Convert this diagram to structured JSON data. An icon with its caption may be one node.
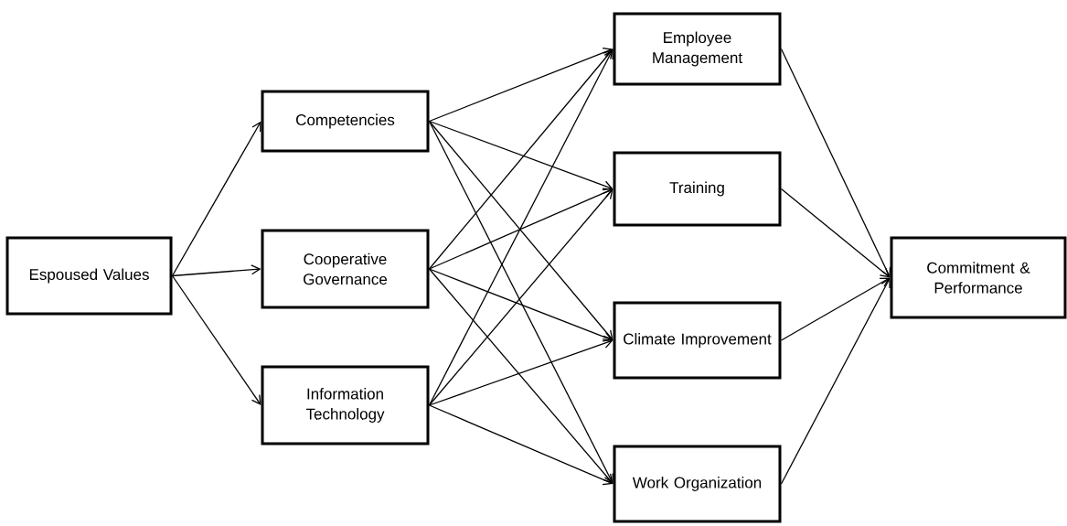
{
  "diagram": {
    "nodes": [
      {
        "text": [
          "Espoused Values"
        ]
      },
      {
        "text": [
          "Competencies"
        ]
      },
      {
        "text": [
          "Cooperative Governance"
        ]
      },
      {
        "text": [
          "Information Technology"
        ]
      },
      {
        "text": [
          "Employee Management"
        ]
      },
      {
        "text": [
          "Training"
        ]
      },
      {
        "text": [
          "Climate Improvement"
        ]
      },
      {
        "text": [
          "Work Organization"
        ]
      },
      {
        "text": [
          "Commitment & Performance"
        ]
      }
    ],
    "edges": [
      {
        "from": 0,
        "to": 1,
        "arrow": "to"
      },
      {
        "from": 0,
        "to": 2,
        "arrow": "to"
      },
      {
        "from": 0,
        "to": 3,
        "arrow": "to"
      },
      {
        "from": 1,
        "to": 4,
        "arrow": "to"
      },
      {
        "from": 1,
        "to": 5,
        "arrow": "to"
      },
      {
        "from": 1,
        "to": 6,
        "arrow": "to"
      },
      {
        "from": 1,
        "to": 7,
        "arrow": "to"
      },
      {
        "from": 2,
        "to": 4,
        "arrow": "to"
      },
      {
        "from": 2,
        "to": 5,
        "arrow": "to"
      },
      {
        "from": 2,
        "to": 6,
        "arrow": "to"
      },
      {
        "from": 2,
        "to": 7,
        "arrow": "to"
      },
      {
        "from": 3,
        "to": 4,
        "arrow": "to"
      },
      {
        "from": 3,
        "to": 5,
        "arrow": "to"
      },
      {
        "from": 3,
        "to": 6,
        "arrow": "to"
      },
      {
        "from": 3,
        "to": 7,
        "arrow": "to"
      },
      {
        "from": 4,
        "to": 8,
        "arrow": "to"
      },
      {
        "from": 5,
        "to": 8,
        "arrow": "to"
      },
      {
        "from": 6,
        "to": 8,
        "arrow": "to"
      },
      {
        "from": 7,
        "to": 8,
        "arrow": "to"
      }
    ]
  }
}
